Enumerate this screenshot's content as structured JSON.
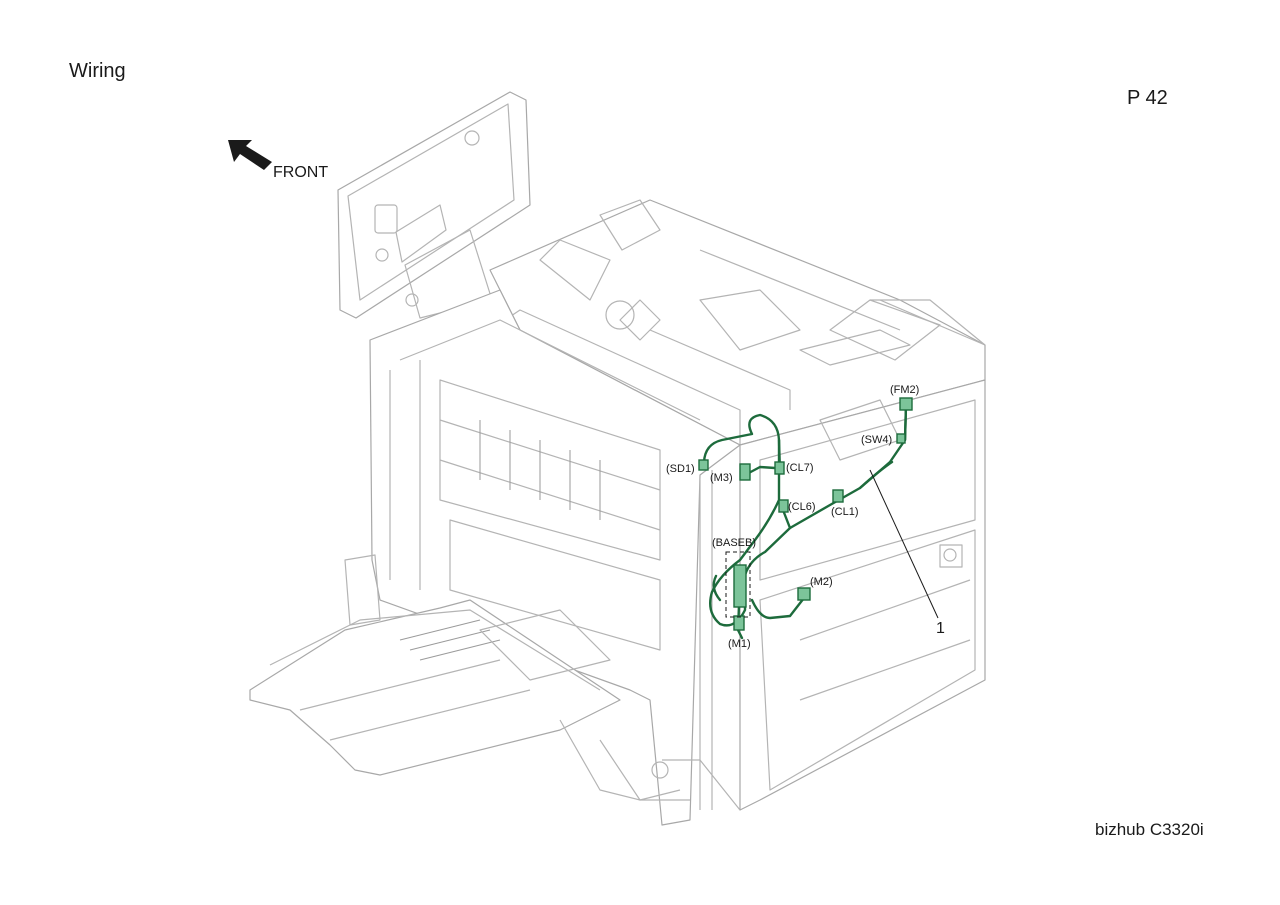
{
  "header": {
    "title": "Wiring",
    "page": "P 42"
  },
  "footer": {
    "model": "bizhub C3320i"
  },
  "orientation": {
    "label": "FRONT",
    "icon": "arrow-icon"
  },
  "callouts": {
    "sd1": "(SD1)",
    "m3": "(M3)",
    "cl7": "(CL7)",
    "cl6": "(CL6)",
    "cl1": "(CL1)",
    "fm2": "(FM2)",
    "sw4": "(SW4)",
    "baseb": "(BASEB)",
    "m2": "(M2)",
    "m1": "(M1)"
  },
  "part_number": "1",
  "colors": {
    "harness": "#2e8b57",
    "outline": "#b4b4b4",
    "text": "#1a1a1a"
  }
}
